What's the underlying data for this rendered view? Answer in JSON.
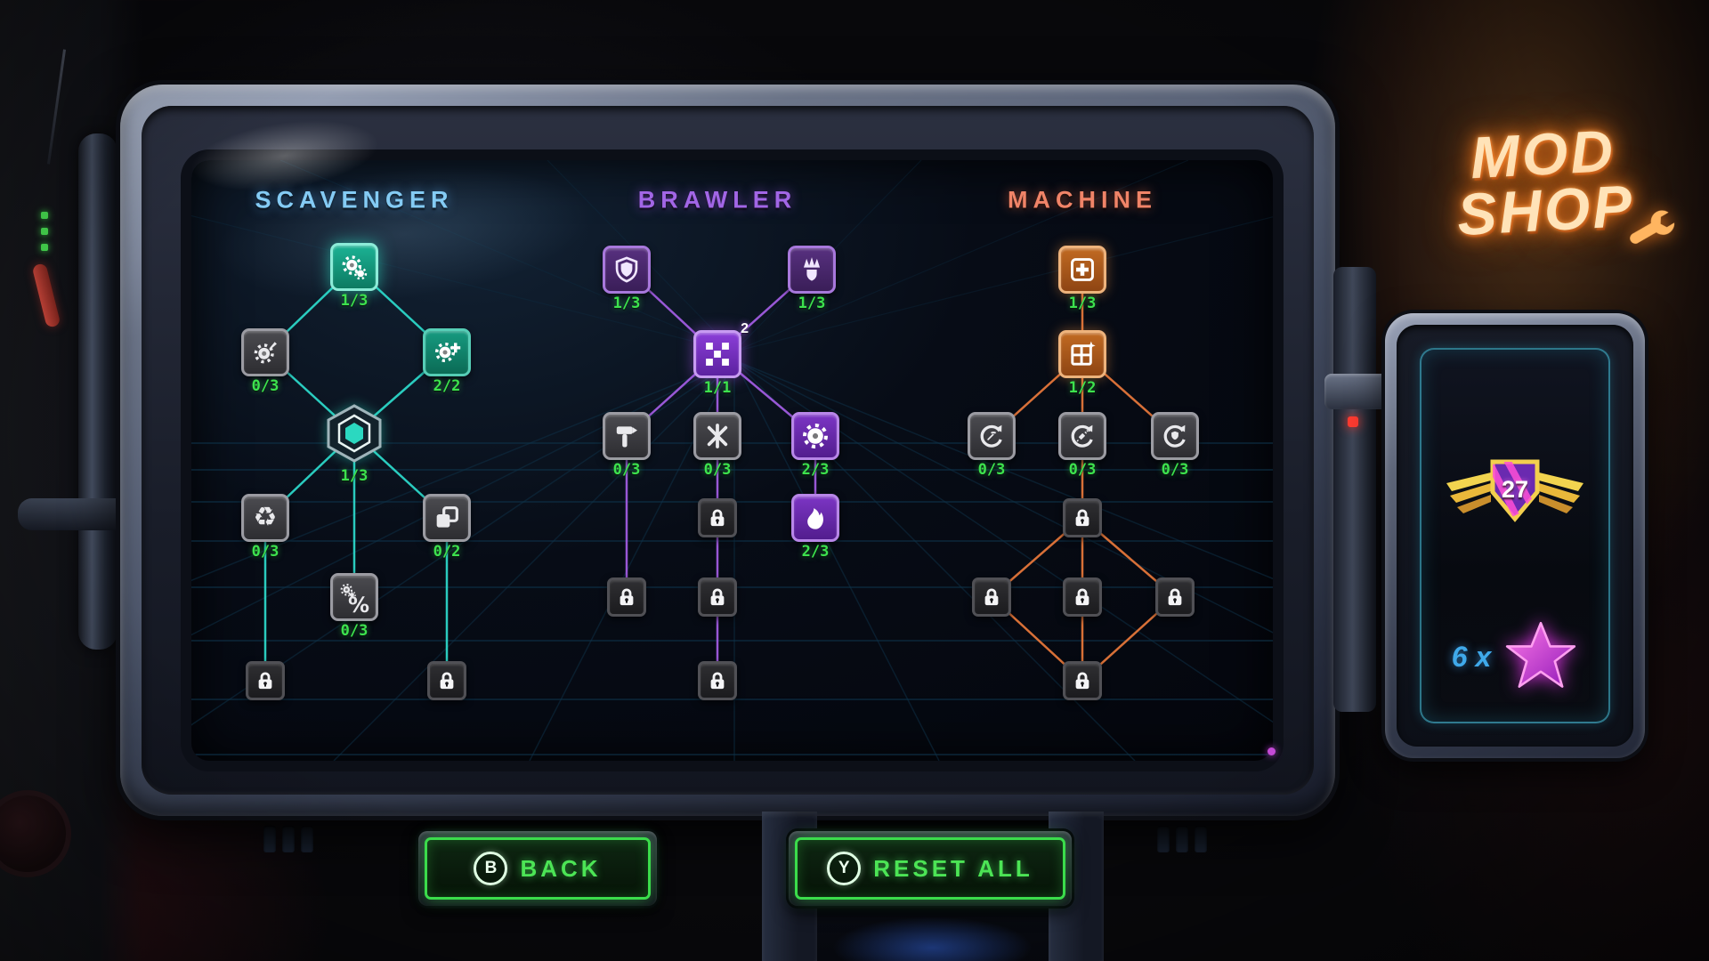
{
  "logo": {
    "line1": "MOD",
    "line2": "SHOP"
  },
  "trees": [
    {
      "title": "SCAVENGER",
      "title_color": "#84cbf4",
      "line_color": "#2cd6c8",
      "nodes": [
        {
          "icon": "gears",
          "count": "1/3"
        },
        {
          "icon": "gear-wrench",
          "count": "0/3"
        },
        {
          "icon": "gear-plus",
          "count": "2/2"
        },
        {
          "icon": "hex-core",
          "count": "1/3"
        },
        {
          "icon": "recycle",
          "count": "0/3"
        },
        {
          "icon": "stacked-squares",
          "count": "0/2"
        },
        {
          "icon": "percent-gear",
          "count": "0/3"
        }
      ],
      "locked_slots": 2
    },
    {
      "title": "BRAWLER",
      "title_color": "#a266e6",
      "line_color": "#a05ce0",
      "nodes": [
        {
          "icon": "shield",
          "count": "1/3"
        },
        {
          "icon": "spike-burst",
          "count": "1/3"
        },
        {
          "icon": "cross-core",
          "count": "1/1",
          "badge": "2"
        },
        {
          "icon": "hammer",
          "count": "0/3"
        },
        {
          "icon": "scrap-bundle",
          "count": "0/3"
        },
        {
          "icon": "saw-blade",
          "count": "2/3"
        },
        {
          "icon": "fire",
          "count": "2/3"
        }
      ],
      "locked_slots": 4
    },
    {
      "title": "MACHINE",
      "title_color": "#f08468",
      "line_color": "#e4763a",
      "nodes": [
        {
          "icon": "medkit",
          "count": "1/3"
        },
        {
          "icon": "window-grid",
          "count": "1/2"
        },
        {
          "icon": "cycle-pickaxe",
          "count": "0/3"
        },
        {
          "icon": "cycle-syringe",
          "count": "0/3"
        },
        {
          "icon": "cycle-shield",
          "count": "0/3"
        }
      ],
      "locked_slots": 5
    }
  ],
  "buttons": {
    "back": {
      "key": "B",
      "label": "BACK"
    },
    "reset": {
      "key": "Y",
      "label": "RESET ALL"
    }
  },
  "side_panel": {
    "badge_value": "27",
    "star_count": "6 x"
  },
  "colors": {
    "count_green": "#3de24e",
    "button_green": "#3bdc4b",
    "logo_orange": "#ff7d1e"
  }
}
